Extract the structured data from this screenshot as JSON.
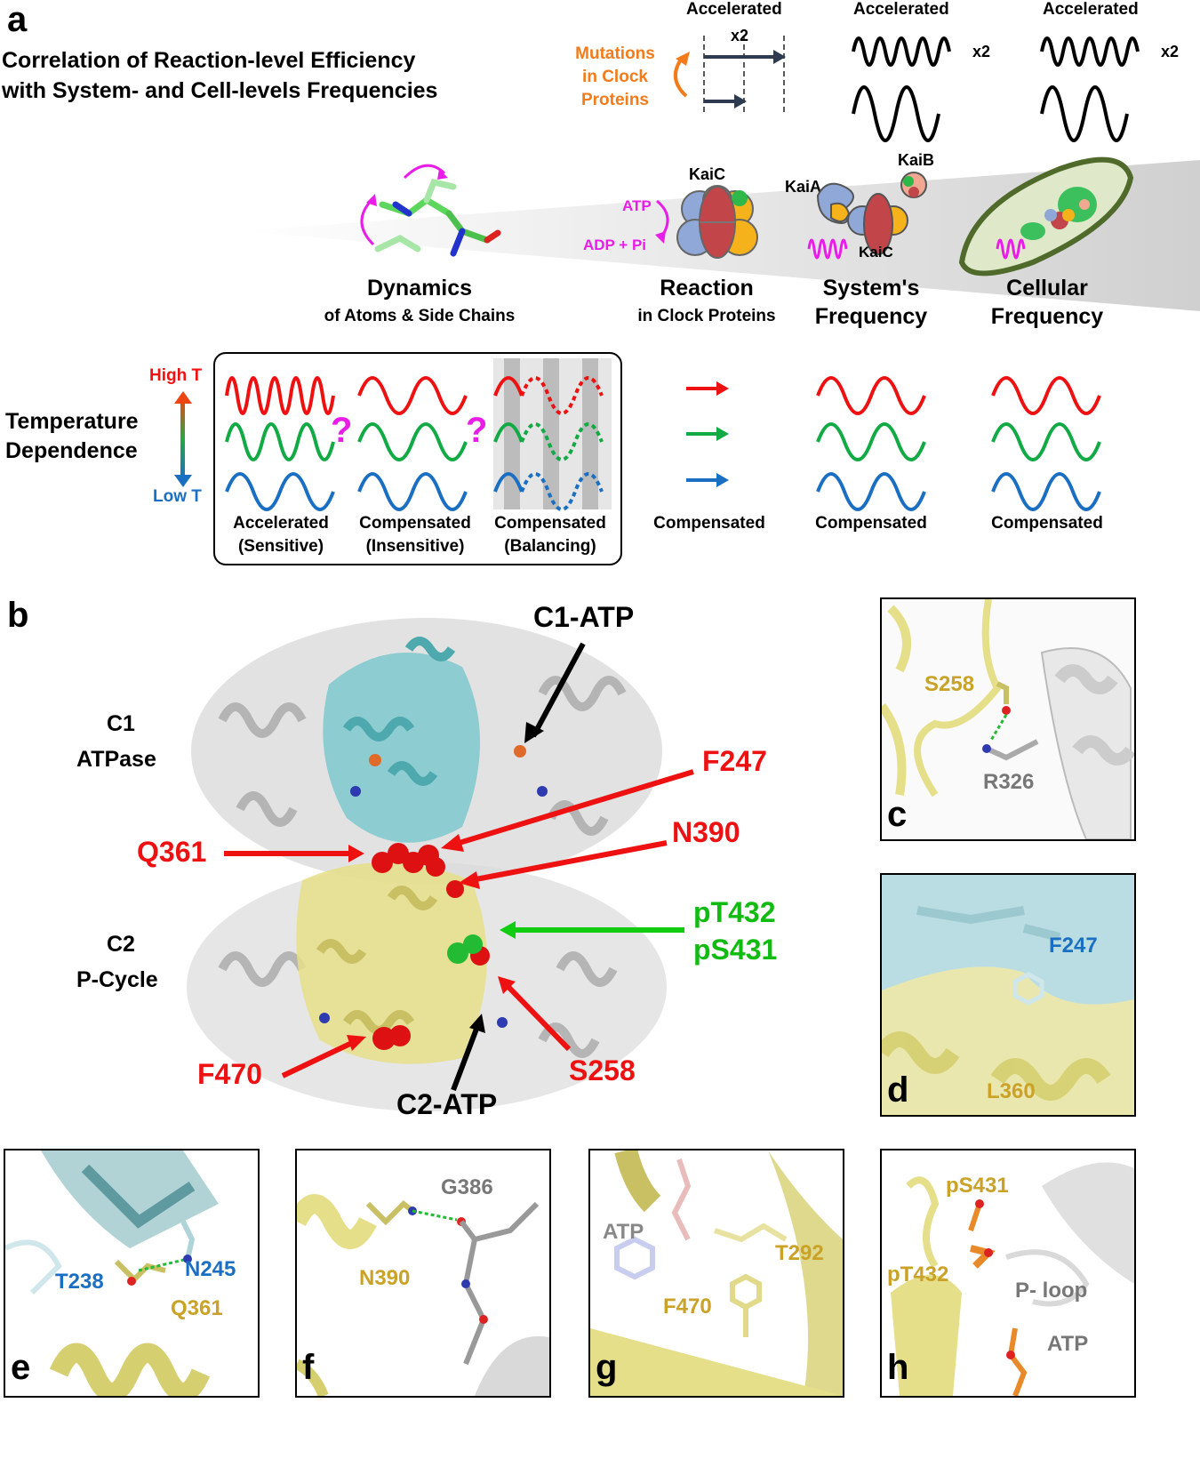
{
  "panel_a": {
    "letter": "a",
    "title_line1": "Correlation of Reaction-level Efficiency",
    "title_line2": "with System- and Cell-levels Frequencies",
    "accel_labels": [
      "Accelerated",
      "Accelerated",
      "Accelerated"
    ],
    "x2_arrow": "x2",
    "x2_wave_1": "x2",
    "x2_wave_2": "x2",
    "mutations_l1": "Mutations",
    "mutations_l2": "in Clock",
    "mutations_l3": "Proteins",
    "kaic_label": "KaiC",
    "kaia_label": "KaiA",
    "kaib_label": "KaiB",
    "kaic_label_2": "KaiC",
    "atp_label": "ATP",
    "adp_label": "ADP + Pi",
    "levels": {
      "dynamics": "Dynamics",
      "dynamics_sub": "of Atoms & Side Chains",
      "reaction": "Reaction",
      "reaction_sub": "in Clock Proteins",
      "system_l1": "System's",
      "system_l2": "Frequency",
      "cellular_l1": "Cellular",
      "cellular_l2": "Frequency"
    },
    "temperature": {
      "label_l1": "Temperature",
      "label_l2": "Dependence",
      "high": "High T",
      "low": "Low T",
      "question": "?"
    },
    "bottom_labels": {
      "accelerated_l1": "Accelerated",
      "accelerated_l2": "(Sensitive)",
      "comp_ins_l1": "Compensated",
      "comp_ins_l2": "(Insensitive)",
      "comp_bal_l1": "Compensated",
      "comp_bal_l2": "(Balancing)",
      "compensated_1": "Compensated",
      "compensated_2": "Compensated",
      "compensated_3": "Compensated"
    },
    "colors": {
      "high": "#ee1111",
      "mid": "#11aa44",
      "low": "#1b6fc2",
      "magenta": "#e81ee8",
      "orange": "#f27b1b"
    }
  },
  "panel_b": {
    "letter": "b",
    "c1": "C1",
    "c1_sub": "ATPase",
    "c2": "C2",
    "c2_sub": "P-Cycle",
    "c1_atp": "C1-ATP",
    "c2_atp": "C2-ATP",
    "f247": "F247",
    "n390": "N390",
    "q361": "Q361",
    "pt432": "pT432",
    "ps431": "pS431",
    "s258": "S258",
    "f470": "F470"
  },
  "panel_c": {
    "letter": "c",
    "s258": "S258",
    "r326": "R326"
  },
  "panel_d": {
    "letter": "d",
    "f247": "F247",
    "l360": "L360"
  },
  "panel_e": {
    "letter": "e",
    "t238": "T238",
    "n245": "N245",
    "q361": "Q361"
  },
  "panel_f": {
    "letter": "f",
    "g386": "G386",
    "n390": "N390"
  },
  "panel_g": {
    "letter": "g",
    "atp": "ATP",
    "t292": "T292",
    "f470": "F470"
  },
  "panel_h": {
    "letter": "h",
    "ps431": "pS431",
    "pt432": "pT432",
    "ploop": "P- loop",
    "atp": "ATP"
  }
}
